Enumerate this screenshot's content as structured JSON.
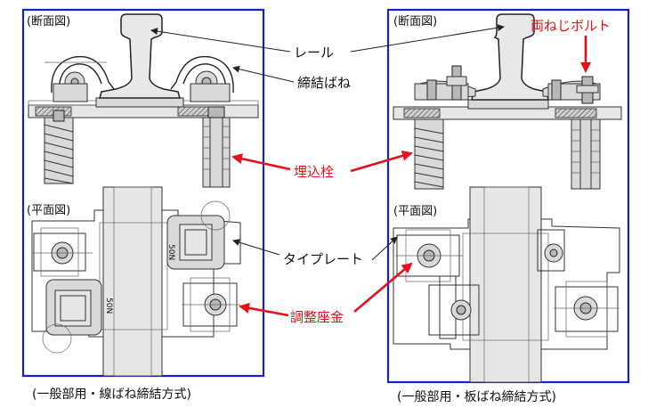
{
  "left_panel": {
    "section_label": "(断面図)",
    "plan_label": "(平面図)",
    "caption": "(一般部用・線ばね締結方式)"
  },
  "right_panel": {
    "section_label": "(断面図)",
    "plan_label": "(平面図)",
    "caption": "(一般部用・板ばね締結方式)"
  },
  "callouts": {
    "rail": "レール",
    "clip_spring": "締結ばね",
    "embedded_anchor": "埋込栓",
    "tie_plate": "タイプレート",
    "adjust_washer": "調整座金",
    "double_thread_bolt": "両ねじボルト"
  },
  "marks": {
    "plate_mark_a": "50N",
    "plate_mark_b": "50N"
  },
  "colors": {
    "frame_blue": "#1420c8",
    "label_red": "#e8101a",
    "line_black": "#222222"
  }
}
